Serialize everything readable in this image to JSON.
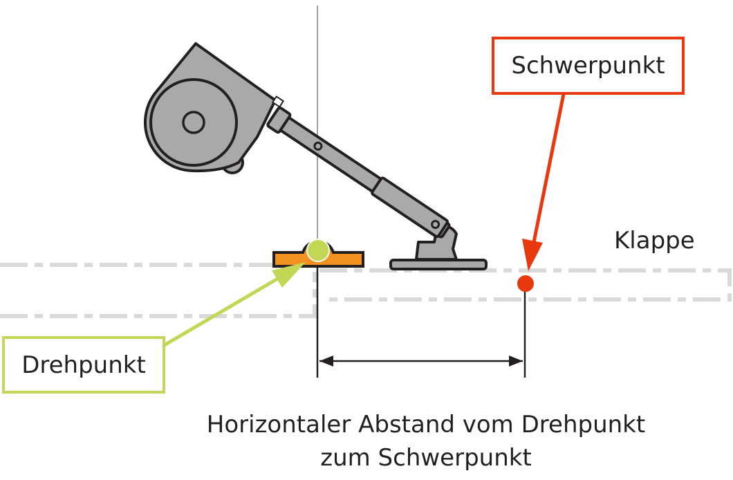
{
  "labels": {
    "center_of_gravity": "Schwerpunkt",
    "pivot_point": "Drehpunkt",
    "flap": "Klappe",
    "caption_line1": "Horizontaler Abstand vom Drehpunkt",
    "caption_line2": "zum Schwerpunkt"
  },
  "colors": {
    "center_of_gravity": "#e8380d",
    "pivot_point": "#c3d655",
    "pivot_block": "#f39220",
    "mechanism": "#a9a9a9",
    "outline": "#231f20",
    "dashed": "#d9d9d9"
  }
}
